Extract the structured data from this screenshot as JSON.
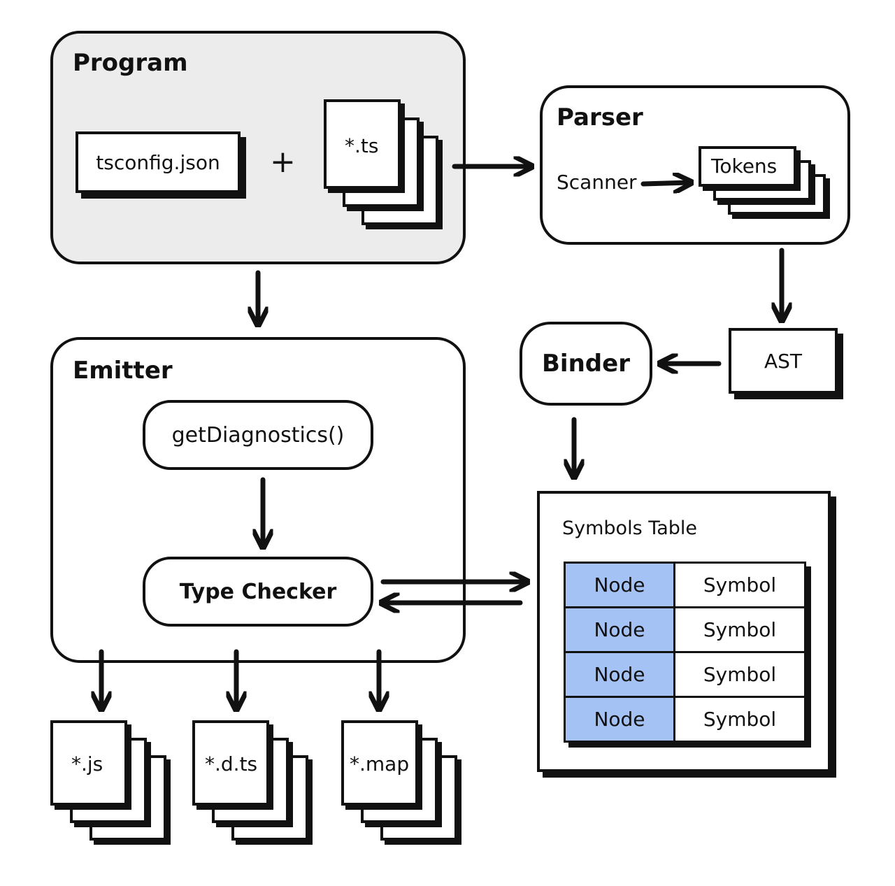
{
  "program": {
    "title": "Program",
    "config_file": "tsconfig.json",
    "plus": "+",
    "source_files": "*.ts"
  },
  "parser": {
    "title": "Parser",
    "scanner": "Scanner",
    "tokens": "Tokens"
  },
  "ast": {
    "label": "AST"
  },
  "binder": {
    "label": "Binder"
  },
  "emitter": {
    "title": "Emitter",
    "diagnostics": "getDiagnostics()",
    "type_checker": "Type Checker"
  },
  "symbols_table": {
    "title": "Symbols Table",
    "rows": [
      {
        "node": "Node",
        "symbol": "Symbol"
      },
      {
        "node": "Node",
        "symbol": "Symbol"
      },
      {
        "node": "Node",
        "symbol": "Symbol"
      },
      {
        "node": "Node",
        "symbol": "Symbol"
      }
    ]
  },
  "outputs": {
    "js": "*.js",
    "dts": "*.d.ts",
    "map": "*.map"
  },
  "colors": {
    "program_fill": "#ececec",
    "node_cell": "#a4c2f4",
    "stroke": "#111111"
  }
}
